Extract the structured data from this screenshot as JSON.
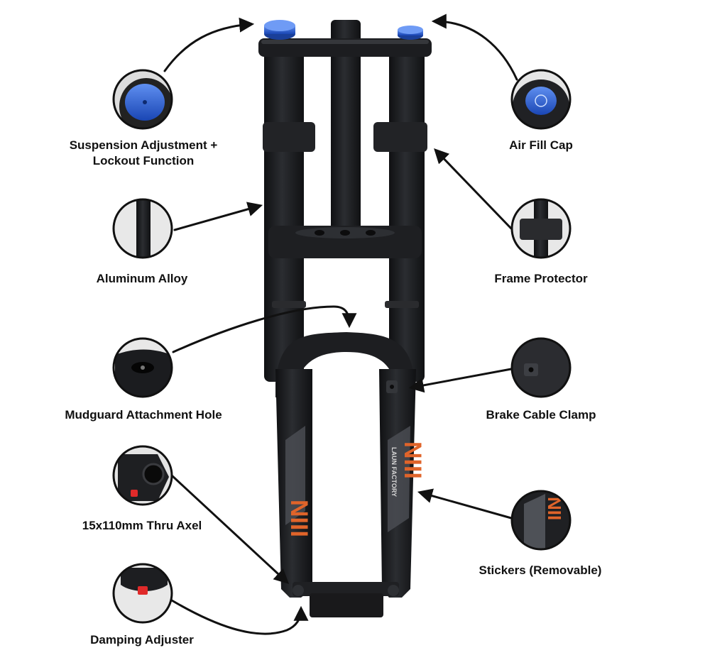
{
  "labels": {
    "suspension_line1": "Suspension Adjustment +",
    "suspension_line2": "Lockout Function",
    "air_fill_cap": "Air Fill Cap",
    "aluminum_alloy": "Aluminum Alloy",
    "frame_protector": "Frame Protector",
    "mudguard_hole": "Mudguard Attachment Hole",
    "brake_cable_clamp": "Brake Cable Clamp",
    "thru_axel": "15x110mm Thru Axel",
    "stickers": "Stickers (Removable)",
    "damping_adjuster": "Damping Adjuster"
  },
  "stickers": {
    "brand_vertical": "LAUN FACTORY"
  },
  "colors": {
    "fork_black": "#1b1c1e",
    "fork_highlight": "#3a3c40",
    "cap_blue": "#2a5fd6",
    "sticker_orange": "#e0642a",
    "sticker_grey": "#5a5d63",
    "arrow": "#111111"
  }
}
